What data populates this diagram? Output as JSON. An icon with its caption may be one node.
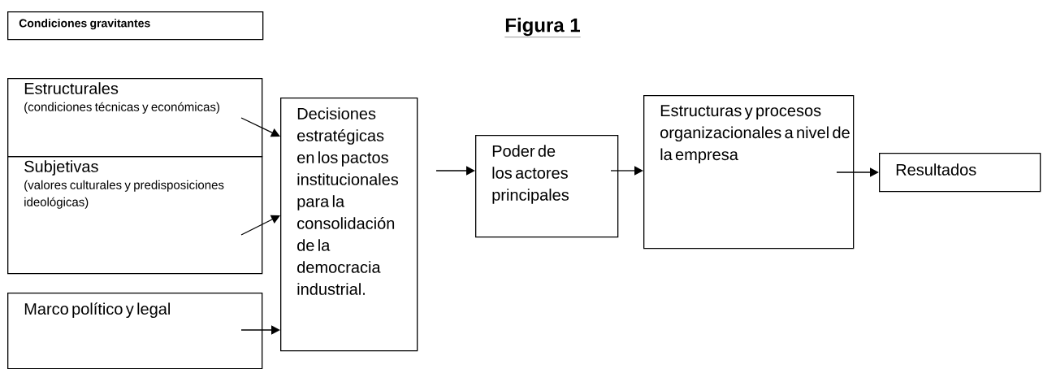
{
  "diagram": {
    "title": "Figura 1",
    "nodes": [
      {
        "text": [
          "Condiciones gravitantes"
        ]
      },
      {
        "text": [
          "Estructurales",
          "(condiciones técnicas y económicas)"
        ]
      },
      {
        "text": [
          "Subjetivas",
          "(valores culturales y predisposiciones ideológicas)"
        ]
      },
      {
        "text": [
          "Marco político y legal"
        ]
      },
      {
        "text": [
          "Decisiones estratégicas en los pactos institucionales para la consolidación de la democracia industrial."
        ]
      },
      {
        "text": [
          "Poder de los actores principales"
        ]
      },
      {
        "text": [
          "Estructuras y procesos organizacionales a nivel de la empresa"
        ]
      },
      {
        "text": [
          "Resultados"
        ]
      }
    ],
    "edges": [
      {
        "from": 1,
        "to": 4,
        "arrow": "to"
      },
      {
        "from": 2,
        "to": 4,
        "arrow": "to"
      },
      {
        "from": 3,
        "to": 4,
        "arrow": "to"
      },
      {
        "from": 4,
        "to": 5,
        "arrow": "to"
      },
      {
        "from": 5,
        "to": 6,
        "arrow": "to"
      },
      {
        "from": 6,
        "to": 7,
        "arrow": "to"
      }
    ]
  }
}
